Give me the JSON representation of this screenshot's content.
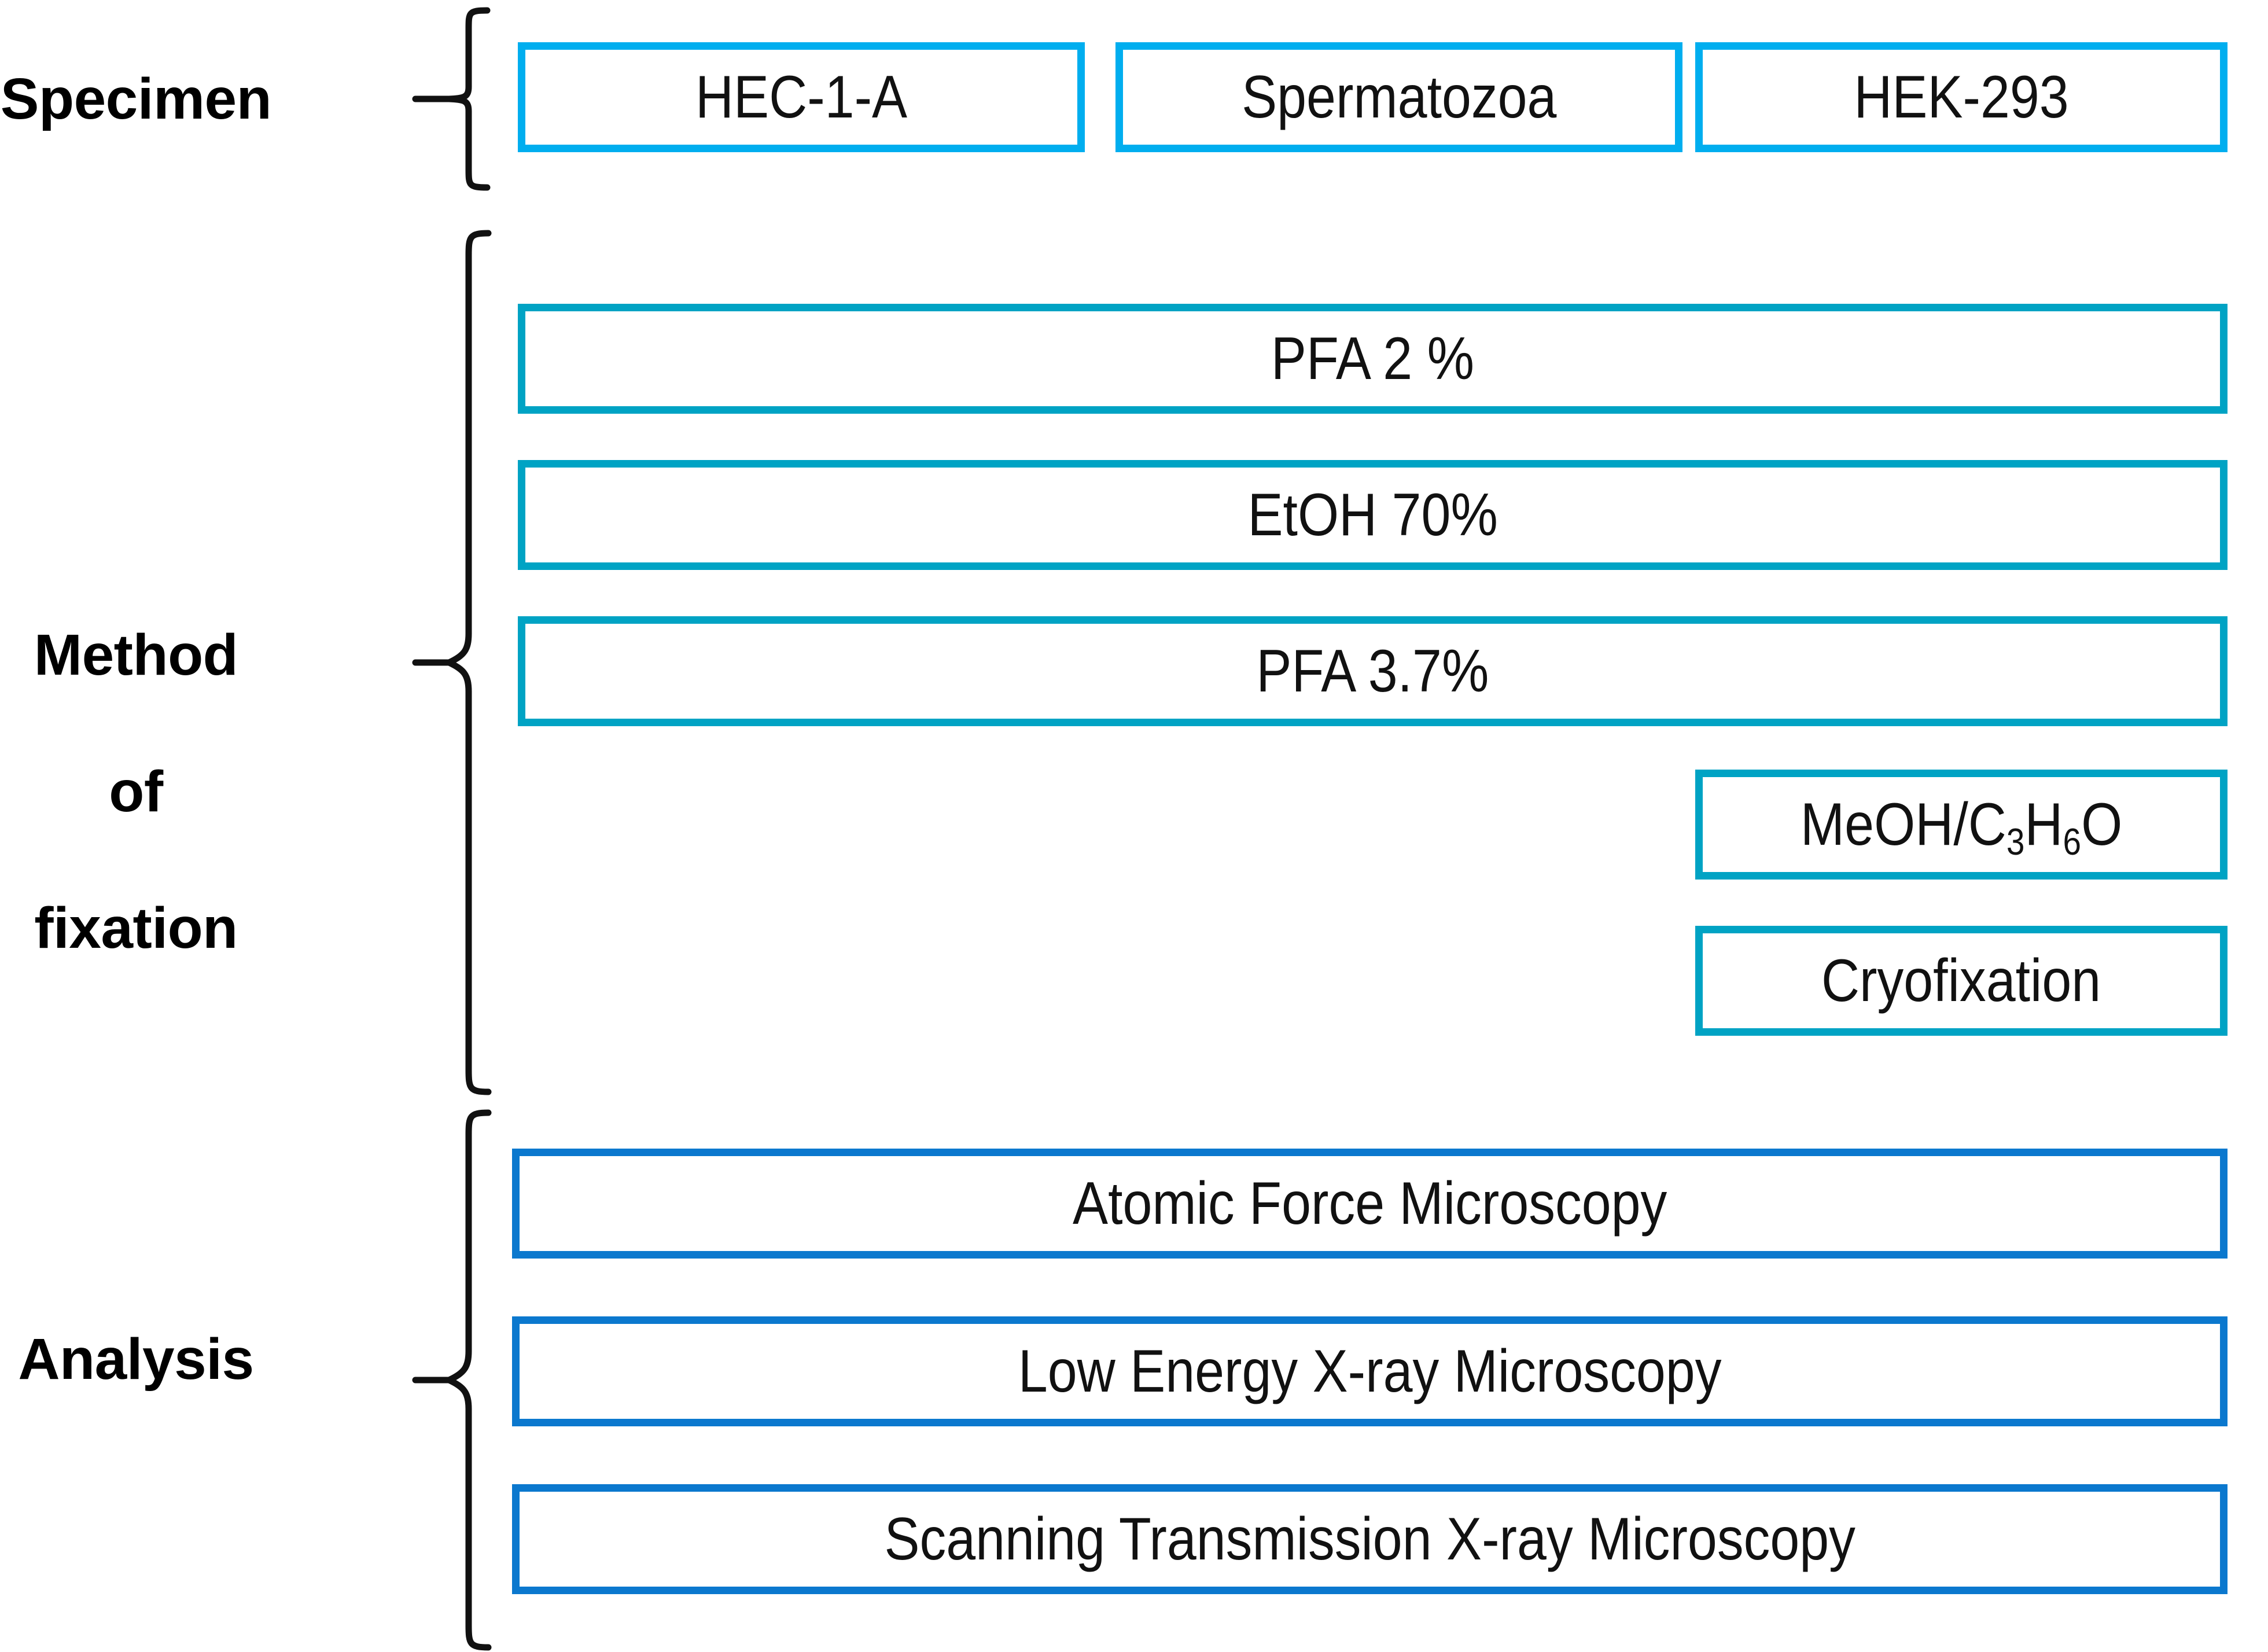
{
  "figure": {
    "type": "flow-diagram",
    "title": "",
    "background_color": "#FFFFFF",
    "row_groups": [
      {
        "id": "specimen",
        "label": "Specimen",
        "accent_color": "#00AEEF",
        "layout": "three-columns"
      },
      {
        "id": "fixation",
        "label": "Method\nof\nfixation",
        "accent_color": "#00A3C4",
        "layout": "stacked-rows"
      },
      {
        "id": "analysis",
        "label": "Analysis",
        "accent_color": "#0B78CE",
        "layout": "stacked-rows"
      }
    ]
  },
  "specimen": {
    "label": "Specimen",
    "items": [
      {
        "text": "HEC-1-A"
      },
      {
        "text": "Spermatozoa"
      },
      {
        "text": "HEK-293"
      }
    ]
  },
  "fixation": {
    "label_line1": "Method",
    "label_line2": "of",
    "label_line3": "fixation",
    "items": [
      {
        "text": "PFA 2 %",
        "span": "full"
      },
      {
        "text": "EtOH 70%",
        "span": "full"
      },
      {
        "text": "PFA 3.7%",
        "span": "full"
      },
      {
        "text": "MeOH/C3H6O",
        "span": "third-column",
        "rich": {
          "prefix": "MeOH/C",
          "sub1": "3",
          "mid": "H",
          "sub2": "6",
          "suffix": "O"
        }
      },
      {
        "text": "Cryofixation",
        "span": "third-column"
      }
    ]
  },
  "analysis": {
    "label": "Analysis",
    "items": [
      {
        "text": "Atomic Force Microscopy"
      },
      {
        "text": "Low Energy X-ray Microscopy"
      },
      {
        "text": "Scanning Transmission X-ray Microscopy"
      }
    ]
  }
}
